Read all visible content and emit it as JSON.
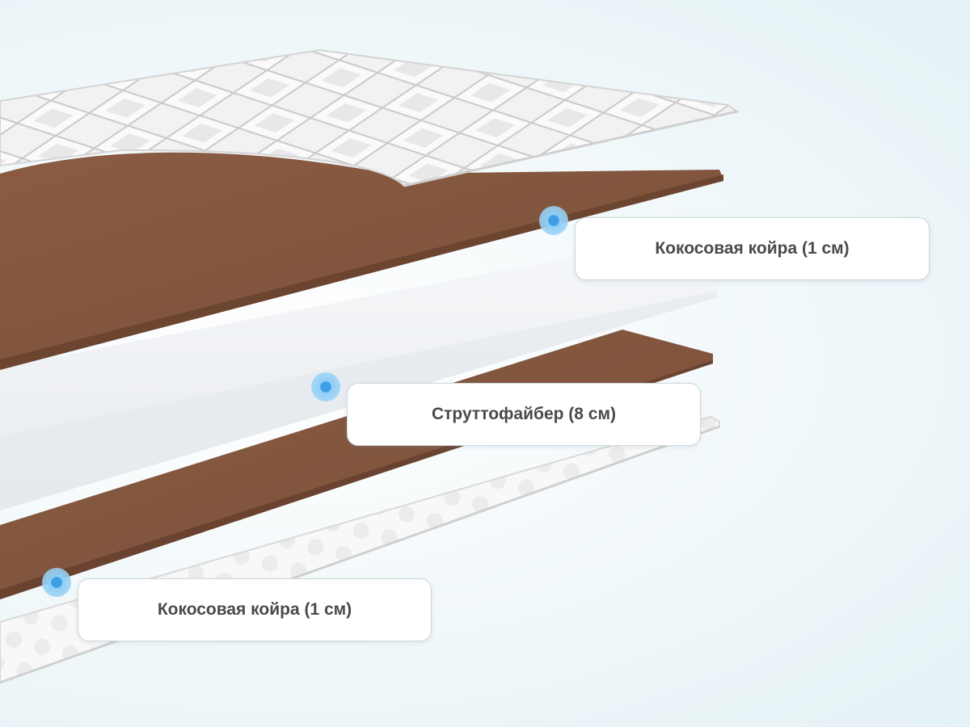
{
  "diagram": {
    "layers": [
      {
        "name": "quilted-cover",
        "color": "#f4f4f4"
      },
      {
        "name": "coconut-coir-top",
        "color": "#8a5c43"
      },
      {
        "name": "struttofiber-core",
        "color": "#f1f3f5"
      },
      {
        "name": "coconut-coir-bottom",
        "color": "#865940"
      },
      {
        "name": "bottom-cover",
        "color": "#f7f7f7"
      }
    ],
    "callouts": [
      {
        "id": "top",
        "label": "Кокосовая койра (1 см)"
      },
      {
        "id": "mid",
        "label": "Струттофайбер (8 см)"
      },
      {
        "id": "bot",
        "label": "Кокосовая койра (1 см)"
      }
    ],
    "marker_color": "#3da3ea"
  }
}
